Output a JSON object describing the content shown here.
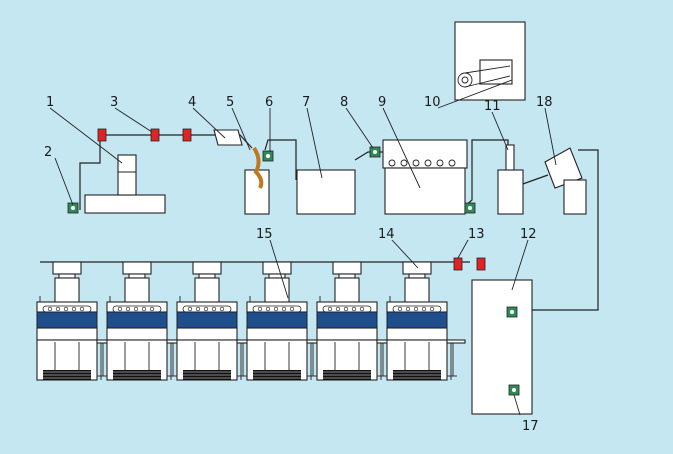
{
  "labels": [
    "1",
    "2",
    "3",
    "4",
    "5",
    "6",
    "7",
    "8",
    "9",
    "10",
    "11",
    "12",
    "13",
    "14",
    "15",
    "17",
    "18"
  ],
  "colors": {
    "background": "#c5e7f2",
    "valve_red": "#e02424",
    "valve_green": "#2e8b57",
    "band_blue": "#1f4e8c",
    "outline": "#222222",
    "fill": "#ffffff"
  },
  "icons": [
    "red-valve-icon",
    "green-valve-icon",
    "motor-pulley-icon",
    "nozzle-icon",
    "separator-icon",
    "machine-icon"
  ]
}
